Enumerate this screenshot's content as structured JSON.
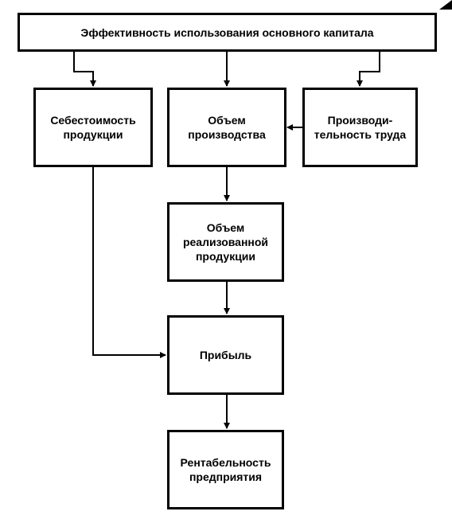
{
  "diagram": {
    "nodes": {
      "main": "Эффективность использования основного капитала",
      "cost": "Себестоимость\nпродукции",
      "production": "Объем\nпроизводства",
      "labor": "Производи-\nтельность труда",
      "sales": "Объем\nреализованной\nпродукции",
      "profit": "Прибыль",
      "profitability": "Рентабельность\nпредприятия"
    },
    "edges": [
      {
        "from": "main",
        "to": "cost"
      },
      {
        "from": "main",
        "to": "production"
      },
      {
        "from": "main",
        "to": "labor"
      },
      {
        "from": "labor",
        "to": "production"
      },
      {
        "from": "production",
        "to": "sales"
      },
      {
        "from": "sales",
        "to": "profit"
      },
      {
        "from": "cost",
        "to": "profit"
      },
      {
        "from": "profit",
        "to": "profitability"
      }
    ],
    "colors": {
      "line": "#000000",
      "background": "#ffffff"
    }
  }
}
